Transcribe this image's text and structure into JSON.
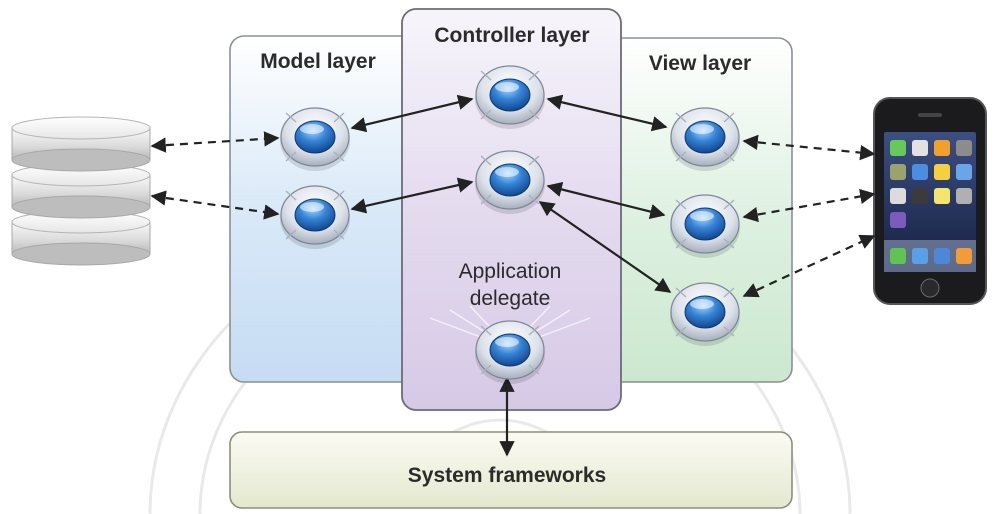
{
  "diagram": {
    "layers": {
      "model": "Model layer",
      "controller": "Controller layer",
      "view": "View layer"
    },
    "app_delegate": [
      "Application",
      "delegate"
    ],
    "system": "System frameworks"
  },
  "colors": {
    "model_fill": "#cfe3f6",
    "controller_fill": "#ddd2ea",
    "view_fill": "#d4ecd8",
    "system_fill": "#eef0dc",
    "node_blue": "#2a73c8",
    "text": "#2b2b2b"
  },
  "icons": {
    "database": "database-stack-icon",
    "phone": "smartphone-icon",
    "node": "object-node-icon"
  }
}
